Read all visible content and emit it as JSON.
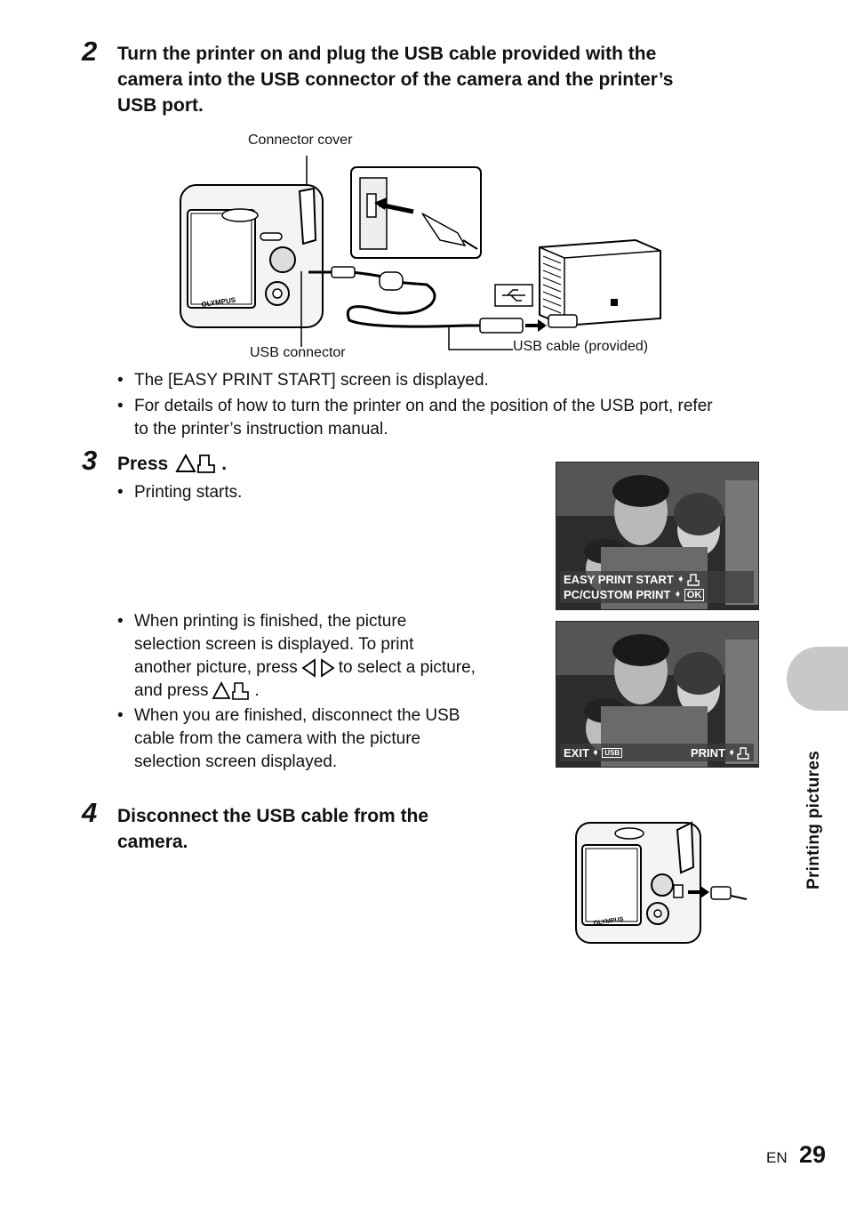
{
  "step2": {
    "number": "2",
    "heading_line1": "Turn the printer on and plug the USB cable provided with the",
    "heading_line2": "camera into the USB connector of the camera and the printer’s",
    "heading_line3": "USB port.",
    "labels": {
      "connector_cover": "Connector cover",
      "usb_connector": "USB connector",
      "usb_cable": "USB cable  (provided)"
    },
    "bullets": [
      "The [EASY PRINT START] screen is displayed.",
      "For details of how to turn the printer on and the position of the USB port, refer",
      "to the printer’s instruction manual."
    ]
  },
  "step3": {
    "number": "3",
    "heading": "Press",
    "bullet_printing": "Printing starts.",
    "screen1": {
      "line1": "EASY PRINT START",
      "line2": "PC/CUSTOM PRINT",
      "ok": "OK"
    },
    "screen2": {
      "exit": "EXIT",
      "usb": "USB",
      "print": "PRINT"
    },
    "bullets_after": {
      "b1_l1": "When printing is finished, the picture",
      "b1_l2": "selection screen is displayed. To print",
      "b1_l3a": "another picture, press",
      "b1_l3b": "to select a picture,",
      "b1_l4": "and press",
      "b2_l1": "When you are finished, disconnect the USB",
      "b2_l2": "cable from the camera with the picture",
      "b2_l3": "selection screen displayed."
    }
  },
  "step4": {
    "number": "4",
    "heading_line1": "Disconnect the USB cable from the",
    "heading_line2": "camera."
  },
  "side_tab": "Printing pictures",
  "footer": {
    "lang": "EN",
    "page": "29"
  },
  "camera_brand": "OLYMPUS",
  "colors": {
    "tab": "#c8c8c8",
    "text": "#111111"
  }
}
